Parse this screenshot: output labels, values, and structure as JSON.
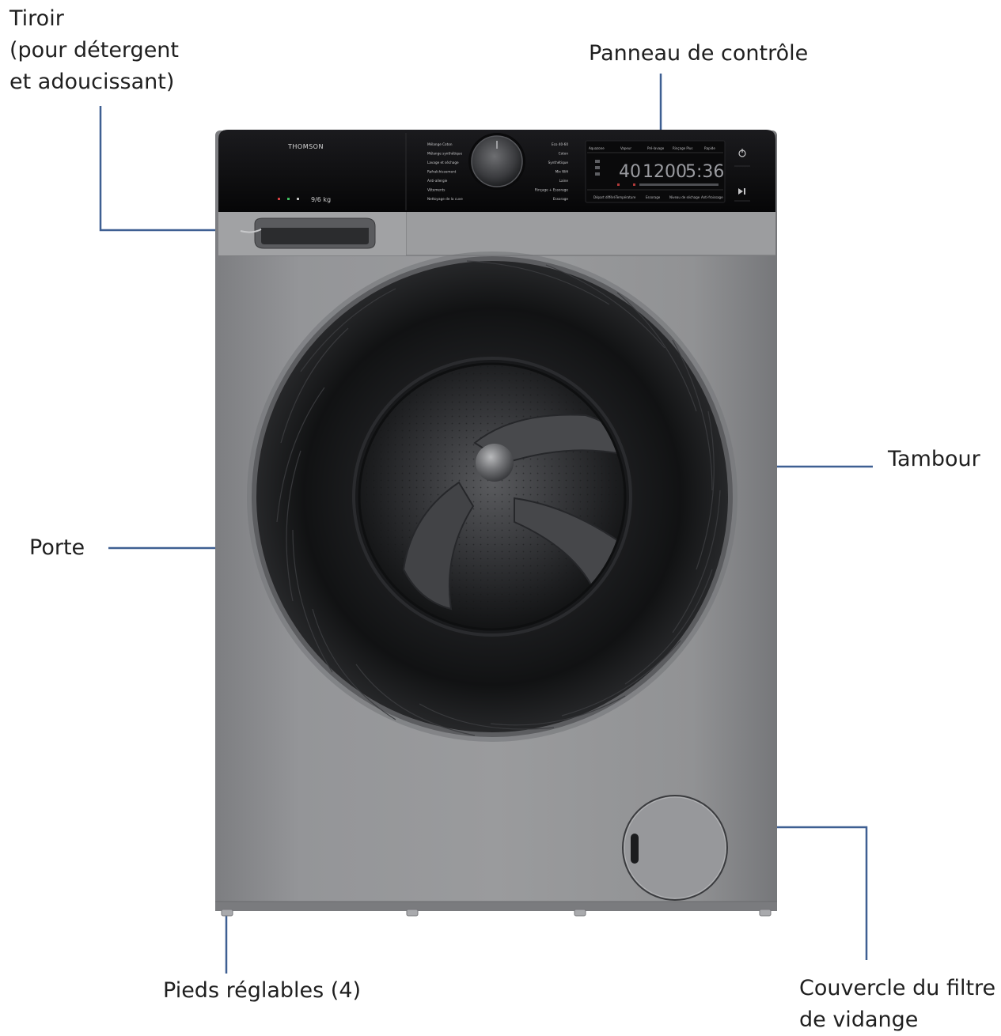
{
  "labels": {
    "drawer": [
      "Tiroir",
      "(pour détergent",
      "et adoucissant)"
    ],
    "control_panel": "Panneau de contrôle",
    "drum": "Tambour",
    "door": "Porte",
    "feet": "Pieds réglables (4)",
    "filter_cover": [
      "Couvercle du filtre",
      "de vidange"
    ]
  },
  "machine": {
    "brand": "THOMSON",
    "capacity": "9/6 kg",
    "display_temperature": "40",
    "display_spin": "1200",
    "display_time": "5:36",
    "programs_left": [
      "Mélange Coton",
      "Mélange synthétique",
      "Lavage et séchage",
      "Rafraîchissement",
      "Anti-allergie",
      "Vêtements",
      "Nettoyage de la cuve"
    ],
    "programs_right": [
      "Eco 40-60",
      "Coton",
      "Synthétique",
      "Mix Wifi",
      "Laine",
      "Rinçage + Essorage",
      "Essorage"
    ],
    "option_buttons_top": [
      "Aquazone",
      "Vapeur",
      "Pré-lavage",
      "Rinçage Plus",
      "Rapide"
    ],
    "option_buttons_bottom": [
      "Départ différé",
      "Température",
      "Essorage",
      "Niveau de séchage",
      "Anti-froissage"
    ]
  },
  "colors": {
    "leader_line": "#3e5f92",
    "body": "#8d8e90",
    "panel": "#0e0e10",
    "label_text": "#1f1f1f"
  }
}
